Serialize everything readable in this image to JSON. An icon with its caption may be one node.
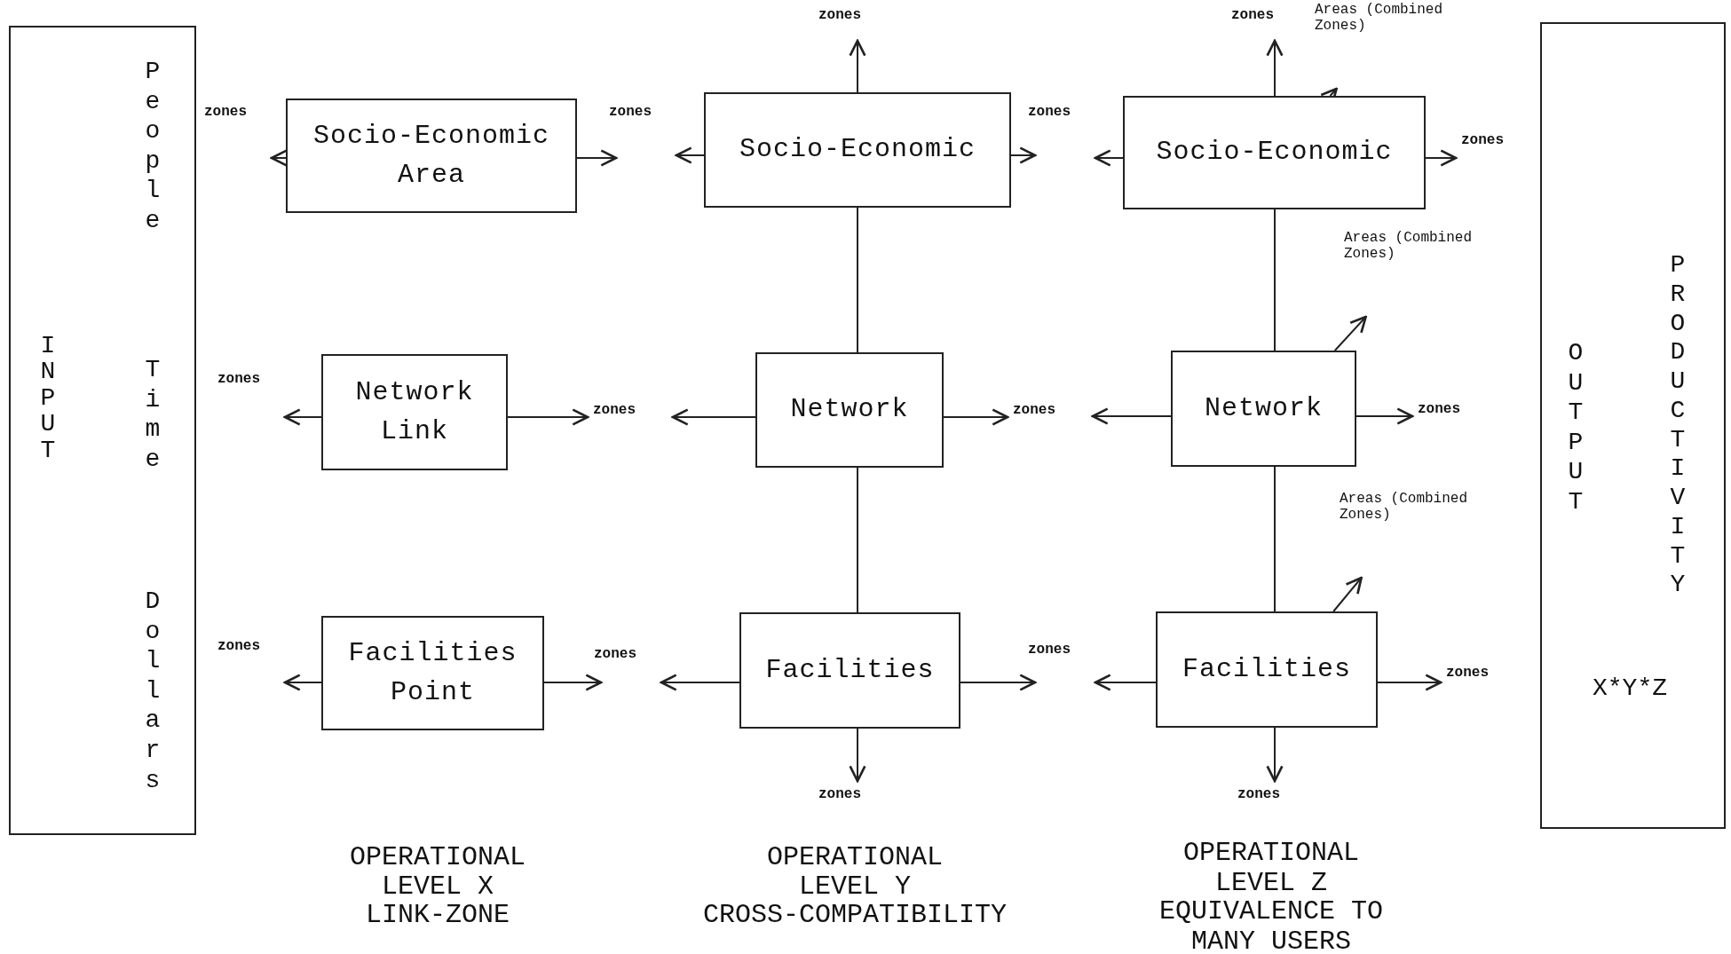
{
  "diagram": {
    "nodes": [
      {
        "text": [
          "INPUT",
          "People",
          "Time",
          "Dollars"
        ]
      },
      {
        "text": [
          "zones"
        ]
      },
      {
        "text": [
          "zones"
        ]
      },
      {
        "text": [
          "Areas (Combined Zones)"
        ]
      },
      {
        "text": [
          "zones"
        ]
      },
      {
        "text": [
          "Socio-Economic Area"
        ]
      },
      {
        "text": [
          "zones"
        ]
      },
      {
        "text": [
          "Socio-Economic"
        ]
      },
      {
        "text": [
          "zones"
        ]
      },
      {
        "text": [
          "Socio-Economic"
        ]
      },
      {
        "text": [
          "zones"
        ]
      },
      {
        "text": [
          "Areas (Combined Zones)"
        ]
      },
      {
        "text": [
          "zones"
        ]
      },
      {
        "text": [
          "Network Link"
        ]
      },
      {
        "text": [
          "zones"
        ]
      },
      {
        "text": [
          "Network"
        ]
      },
      {
        "text": [
          "zones"
        ]
      },
      {
        "text": [
          "Network"
        ]
      },
      {
        "text": [
          "zones"
        ]
      },
      {
        "text": [
          "Areas (Combined Zones)"
        ]
      },
      {
        "text": [
          "zones"
        ]
      },
      {
        "text": [
          "Facilities Point"
        ]
      },
      {
        "text": [
          "zones"
        ]
      },
      {
        "text": [
          "Facilities"
        ]
      },
      {
        "text": [
          "zones"
        ]
      },
      {
        "text": [
          "Facilities"
        ]
      },
      {
        "text": [
          "zones"
        ]
      },
      {
        "text": [
          "zones"
        ]
      },
      {
        "text": [
          "zones"
        ]
      },
      {
        "text": [
          "OUTPUT",
          "PRODUCTIVITY",
          "X*Y*Z"
        ]
      }
    ],
    "edges": [
      {
        "from": 5,
        "to": 4,
        "arrow": "to"
      },
      {
        "from": 5,
        "to": 6,
        "arrow": "to"
      },
      {
        "from": 7,
        "to": 6,
        "arrow": "to"
      },
      {
        "from": 7,
        "to": 8,
        "arrow": "to"
      },
      {
        "from": 9,
        "to": 8,
        "arrow": "to"
      },
      {
        "from": 9,
        "to": 10,
        "arrow": "to"
      },
      {
        "from": 13,
        "to": 12,
        "arrow": "to"
      },
      {
        "from": 13,
        "to": 14,
        "arrow": "to"
      },
      {
        "from": 15,
        "to": 14,
        "arrow": "to"
      },
      {
        "from": 15,
        "to": 16,
        "arrow": "to"
      },
      {
        "from": 17,
        "to": 16,
        "arrow": "to"
      },
      {
        "from": 17,
        "to": 18,
        "arrow": "to"
      },
      {
        "from": 21,
        "to": 20,
        "arrow": "to"
      },
      {
        "from": 21,
        "to": 22,
        "arrow": "to"
      },
      {
        "from": 23,
        "to": 22,
        "arrow": "to"
      },
      {
        "from": 23,
        "to": 24,
        "arrow": "to"
      },
      {
        "from": 25,
        "to": 24,
        "arrow": "to"
      },
      {
        "from": 25,
        "to": 26,
        "arrow": "to"
      },
      {
        "from": 7,
        "to": 1,
        "arrow": "to"
      },
      {
        "from": 7,
        "to": 15,
        "arrow": "none"
      },
      {
        "from": 15,
        "to": 23,
        "arrow": "none"
      },
      {
        "from": 23,
        "to": 27,
        "arrow": "to"
      },
      {
        "from": 9,
        "to": 2,
        "arrow": "to"
      },
      {
        "from": 9,
        "to": 17,
        "arrow": "none"
      },
      {
        "from": 17,
        "to": 25,
        "arrow": "none"
      },
      {
        "from": 25,
        "to": 28,
        "arrow": "to"
      },
      {
        "from": 9,
        "to": 3,
        "arrow": "to"
      },
      {
        "from": 17,
        "to": 11,
        "arrow": "to"
      },
      {
        "from": 25,
        "to": 19,
        "arrow": "to"
      }
    ],
    "labels": [
      "OPERATIONAL",
      "LEVEL X",
      "LINK-ZONE",
      "OPERATIONAL",
      "LEVEL Y",
      "CROSS-COMPATIBILITY",
      "OPERATIONAL",
      "LEVEL Z",
      "EQUIVALENCE TO",
      "MANY USERS"
    ]
  }
}
